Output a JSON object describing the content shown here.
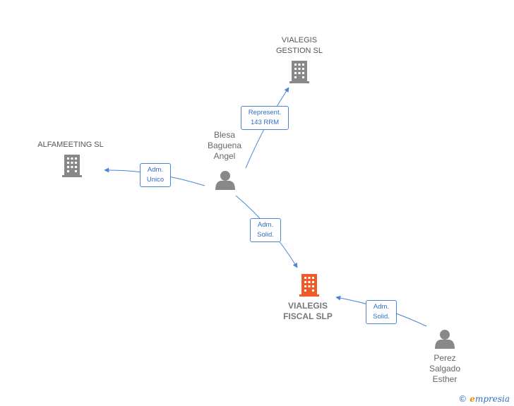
{
  "colors": {
    "edge": "#4a86d4",
    "company": "#888888",
    "focus_company": "#f05a28",
    "person": "#888888"
  },
  "nodes": [
    {
      "id": "vialegis-gestion",
      "type": "company",
      "label": "VIALEGIS\nGESTION SL",
      "icon": "building-icon"
    },
    {
      "id": "alfameeting",
      "type": "company",
      "label": "ALFAMEETING SL",
      "icon": "building-icon"
    },
    {
      "id": "blesa",
      "type": "person",
      "label": "Blesa\nBaguena\nAngel",
      "icon": "person-icon"
    },
    {
      "id": "vialegis-fiscal",
      "type": "focus-company",
      "label": "VIALEGIS\nFISCAL  SLP",
      "icon": "building-icon"
    },
    {
      "id": "perez",
      "type": "person",
      "label": "Perez\nSalgado\nEsther",
      "icon": "person-icon"
    }
  ],
  "edges": [
    {
      "from": "blesa",
      "to": "vialegis-gestion",
      "label": "Represent.\n143 RRM"
    },
    {
      "from": "blesa",
      "to": "alfameeting",
      "label": "Adm.\nUnico"
    },
    {
      "from": "blesa",
      "to": "vialegis-fiscal",
      "label": "Adm.\nSolid."
    },
    {
      "from": "perez",
      "to": "vialegis-fiscal",
      "label": "Adm.\nSolid."
    }
  ],
  "footer": {
    "copyright": "©",
    "brand_e": "e",
    "brand_rest": "mpresia"
  }
}
